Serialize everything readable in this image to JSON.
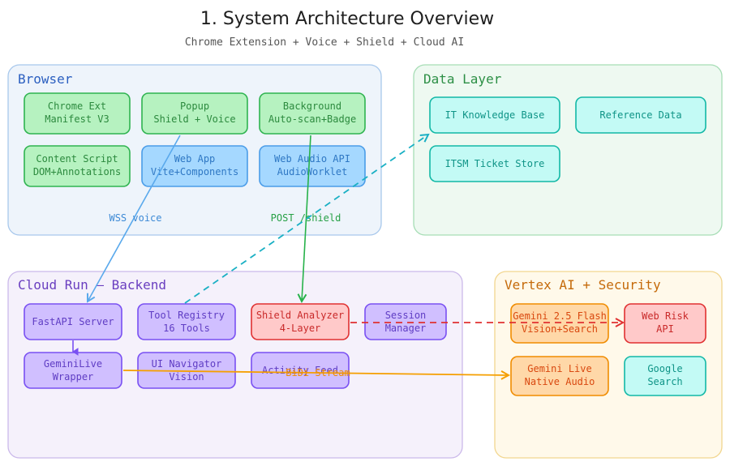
{
  "header": {
    "title": "1. System Architecture Overview",
    "subtitle": "Chrome Extension + Voice + Shield + Cloud AI"
  },
  "groups": {
    "browser": {
      "label": "Browser",
      "nodes": {
        "chrome_ext": [
          "Chrome Ext",
          "Manifest V3"
        ],
        "popup": [
          "Popup",
          "Shield + Voice"
        ],
        "background": [
          "Background",
          "Auto-scan+Badge"
        ],
        "content_script": [
          "Content Script",
          "DOM+Annotations"
        ],
        "web_app": [
          "Web App",
          "Vite+Components"
        ],
        "web_audio": [
          "Web Audio API",
          "AudioWorklet"
        ]
      }
    },
    "data_layer": {
      "label": "Data Layer",
      "nodes": {
        "it_kb": [
          "IT Knowledge Base"
        ],
        "reference": [
          "Reference Data"
        ],
        "itsm": [
          "ITSM Ticket Store"
        ]
      }
    },
    "cloud_run": {
      "label": "Cloud Run — Backend",
      "nodes": {
        "fastapi": [
          "FastAPI Server"
        ],
        "tool_registry": [
          "Tool Registry",
          "16 Tools"
        ],
        "shield_analyzer": [
          "Shield Analyzer",
          "4-Layer"
        ],
        "session_manager": [
          "Session",
          "Manager"
        ],
        "geminilive_wrapper": [
          "GeminiLive",
          "Wrapper"
        ],
        "ui_navigator": [
          "UI Navigator",
          "Vision"
        ],
        "activity_feed": [
          "Activity Feed"
        ]
      }
    },
    "vertex": {
      "label": "Vertex AI + Security",
      "nodes": {
        "gemini_flash": [
          "Gemini 2.5 Flash",
          "Vision+Search"
        ],
        "web_risk": [
          "Web Risk",
          "API"
        ],
        "gemini_live": [
          "Gemini Live",
          "Native Audio"
        ],
        "google_search": [
          "Google",
          "Search"
        ]
      }
    }
  },
  "edges": {
    "wss_voice": "WSS voice",
    "post_shield": "POST /shield",
    "bidi_stream": "BiDi Stream"
  },
  "colors": {
    "browser_bg": "#eef4fb",
    "browser_border": "#a8c8ec",
    "browser_label": "#2b5fc0",
    "data_bg": "#eef9f1",
    "data_border": "#a6ddb5",
    "data_label": "#2c8f45",
    "cloud_bg": "#f5f1fb",
    "cloud_border": "#cbb9ea",
    "cloud_label": "#6a3fc0",
    "vertex_bg": "#fff9ea",
    "vertex_border": "#f2d68f",
    "vertex_label": "#c56a0a",
    "green_fill": "#b6f2c0",
    "green_stroke": "#2fb350",
    "blue_fill": "#a5d8ff",
    "blue_stroke": "#4a9ce8",
    "cyan_fill": "#c3faf5",
    "cyan_stroke": "#12b8a6",
    "purple_fill": "#d0bfff",
    "purple_stroke": "#7950f2",
    "red_fill": "#ffc9c9",
    "red_stroke": "#e03131",
    "orange_fill": "#ffd8a8",
    "orange_stroke": "#f08c00",
    "arrow_blue": "#5aa9ec",
    "arrow_green": "#27b24a",
    "arrow_cyan": "#1ab0c4",
    "arrow_red": "#e03131",
    "arrow_orange": "#f59f00",
    "arrow_purple": "#7950f2"
  }
}
